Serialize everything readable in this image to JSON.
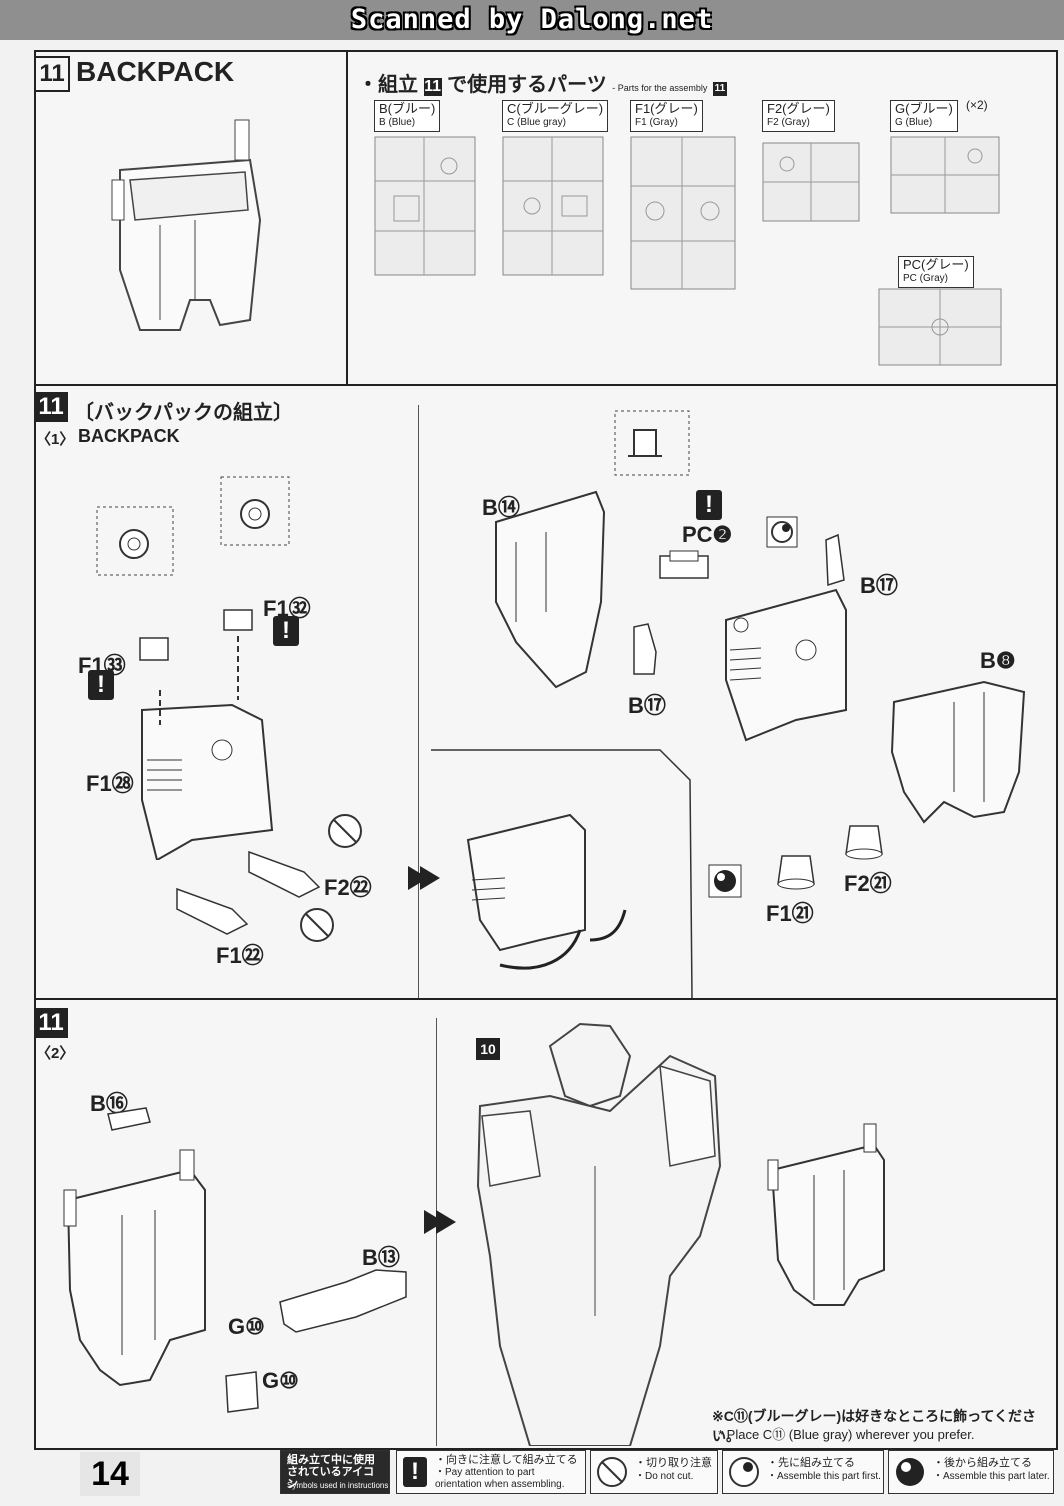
{
  "header": {
    "scan_credit": "Scanned by Dalong.net"
  },
  "step_title": {
    "number": "11",
    "title": "BACKPACK"
  },
  "parts": {
    "heading_jp": "・組立",
    "heading_num": "11",
    "heading_jp2": "で使用するパーツ",
    "heading_en": "- Parts for the assembly",
    "heading_en_num": "11",
    "runners": [
      {
        "jp": "B(ブルー)",
        "en": "B (Blue)"
      },
      {
        "jp": "C(ブルーグレー)",
        "en": "C (Blue gray)"
      },
      {
        "jp": "F1(グレー)",
        "en": "F1 (Gray)"
      },
      {
        "jp": "F2(グレー)",
        "en": "F2 (Gray)"
      },
      {
        "jp": "G(ブルー)",
        "en": "G (Blue)",
        "qty": "(×2)"
      },
      {
        "jp": "PC(グレー)",
        "en": "PC (Gray)"
      }
    ]
  },
  "step1": {
    "number": "11",
    "sub": "〈1〉",
    "title_jp": "〔バックパックの組立〕",
    "title_en": "BACKPACK",
    "labels": [
      "F1㉜",
      "F1㉝",
      "F1㉘",
      "F2㉒",
      "F1㉒",
      "B⑭",
      "PC❷",
      "B⑰",
      "B⑰",
      "B❽",
      "F1㉑",
      "F2㉑"
    ]
  },
  "step2": {
    "number": "11",
    "sub": "〈2〉",
    "ref": "10",
    "labels": [
      "B⑯",
      "B⑬",
      "G⑩",
      "G⑩"
    ],
    "note_jp": "※C⑪(ブルーグレー)は好きなところに飾ってください。",
    "note_en": "* Place C⑪ (Blue gray) wherever you prefer."
  },
  "footer": {
    "page_number": "14",
    "legend_title_jp": "組み立て中に使用されているアイコン",
    "legend_title_en": "Symbols used in instructions",
    "icons": [
      {
        "jp": "・向きに注意して組み立てる",
        "en": "・Pay attention to part orientation when assembling."
      },
      {
        "jp": "・切り取り注意",
        "en": "・Do not cut."
      },
      {
        "jp": "・先に組み立てる",
        "en": "・Assemble this part first."
      },
      {
        "jp": "・後から組み立てる",
        "en": "・Assemble this part later."
      }
    ]
  }
}
